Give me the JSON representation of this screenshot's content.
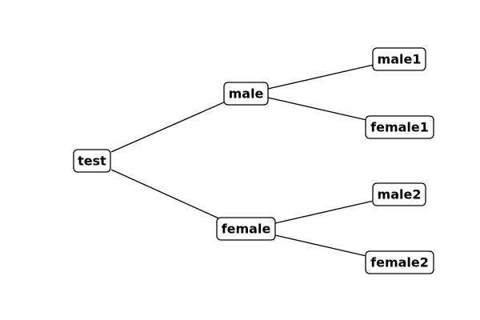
{
  "tree": {
    "root": {
      "label": "test",
      "children": [
        {
          "label": "male",
          "children": [
            {
              "label": "male1"
            },
            {
              "label": "female1"
            }
          ]
        },
        {
          "label": "female",
          "children": [
            {
              "label": "male2"
            },
            {
              "label": "female2"
            }
          ]
        }
      ]
    }
  }
}
